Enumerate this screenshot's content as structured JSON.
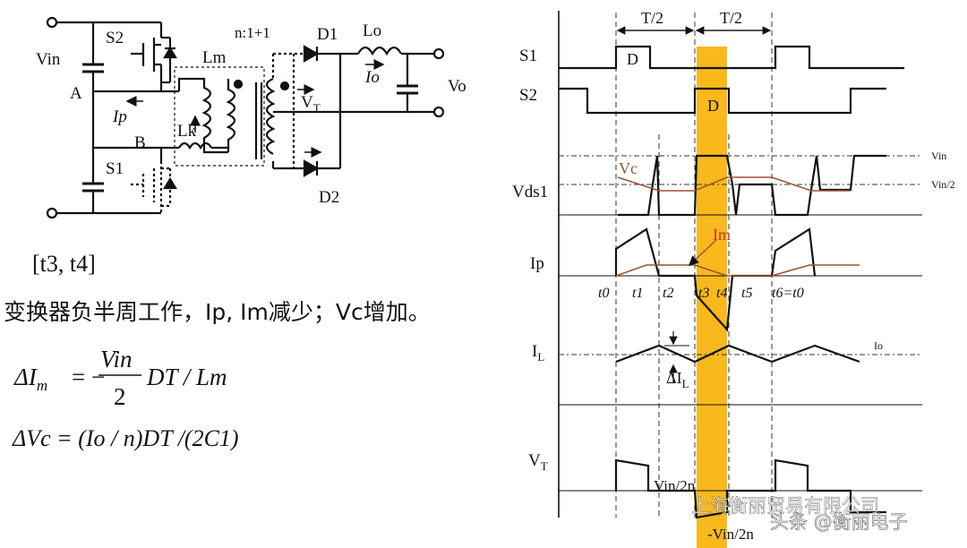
{
  "circuit": {
    "vin": "Vin",
    "node_a": "A",
    "node_b": "B",
    "s1": "S1",
    "s2": "S2",
    "lm": "Lm",
    "lk": "Lk",
    "ratio": "n:1+1",
    "d1": "D1",
    "d2": "D2",
    "lo": "Lo",
    "io": "Io",
    "vo": "Vo",
    "ip": "Ip",
    "vt": "V",
    "vt_sub": "T"
  },
  "text": {
    "interval": "[t3, t4]",
    "description": "变换器负半周工作，Ip, Im减少；Vc增加。",
    "eq1": {
      "lhs": "ΔI",
      "lhs_sub": "m",
      "eq": "= −",
      "num": "Vin",
      "den": "2",
      "rest": "DT / Lm"
    },
    "eq2": "ΔVc = (Io / n)DT /(2C1)"
  },
  "waveform": {
    "half_period_1": "T/2",
    "half_period_2": "T/2",
    "s1": "S1",
    "s2": "S2",
    "duty_1": "D",
    "duty_2": "D",
    "vds1": "Vds1",
    "vc": "Vc",
    "vin_level": "Vin",
    "vin_half_level": "Vin/2",
    "ip": "Ip",
    "im": "Im",
    "t0": "t0",
    "t1": "t1",
    "t2": "t2",
    "t3": "t3",
    "t4": "t4",
    "t5": "t5",
    "t6": "t6=t0",
    "il": "I",
    "il_sub": "L",
    "io": "Io",
    "delta_il": "ΔI",
    "delta_il_sub": "L",
    "vt": "V",
    "vt_sub": "T",
    "vt_pos": "Vin/2n",
    "vt_neg": "-Vin/2n"
  },
  "watermark": {
    "company": "上海衡丽贸易有限公司",
    "author": "头条 @衡丽电子"
  },
  "colors": {
    "highlight": "#f7b91c",
    "vc_curve": "#a0522d",
    "im_label": "#c0392b",
    "line": "#111111"
  }
}
